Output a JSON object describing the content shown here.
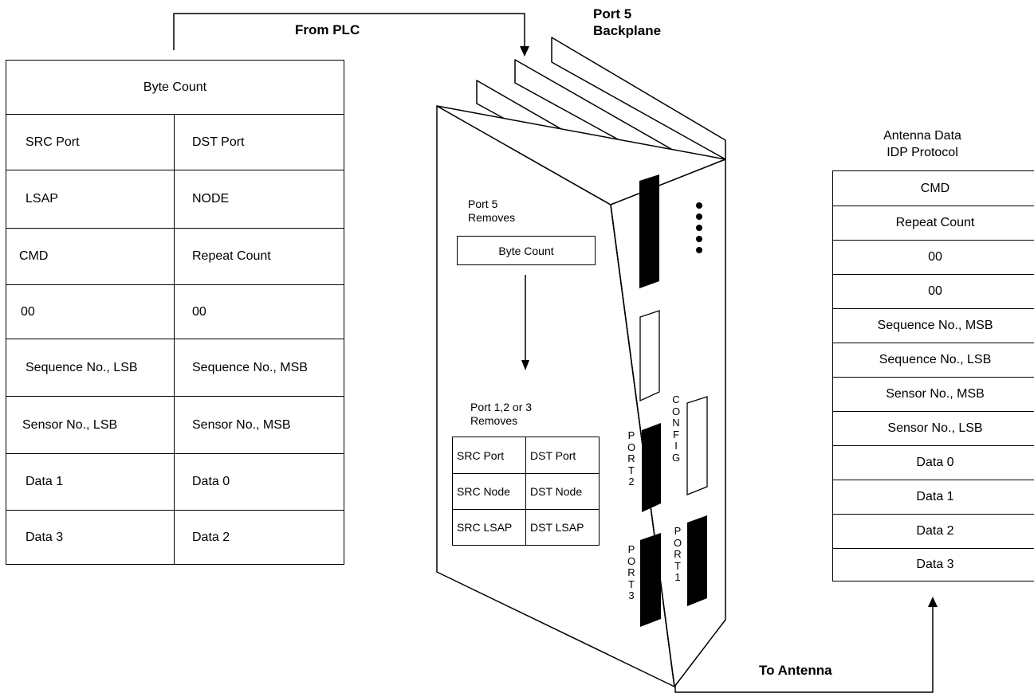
{
  "labels": {
    "from_plc": "From PLC",
    "port5_backplane_line1": "Port 5",
    "port5_backplane_line2": "Backplane",
    "to_antenna": "To Antenna",
    "antenna_title_line1": "Antenna Data",
    "antenna_title_line2": "IDP Protocol",
    "port5_removes_line1": "Port 5",
    "port5_removes_line2": "Removes",
    "port123_removes_line1": "Port 1,2 or 3",
    "port123_removes_line2": "Removes",
    "byte_count_box": "Byte Count",
    "config_letters": [
      "C",
      "O",
      "N",
      "F",
      "I",
      "G"
    ],
    "port2_letters": [
      "P",
      "O",
      "R",
      "T",
      "2"
    ],
    "port3_letters": [
      "P",
      "O",
      "R",
      "T",
      "3"
    ],
    "port1_letters": [
      "P",
      "O",
      "R",
      "T",
      "1"
    ]
  },
  "plc_table": {
    "header": "Byte Count",
    "rows": [
      [
        "SRC Port",
        "DST Port"
      ],
      [
        "LSAP",
        "NODE"
      ],
      [
        "CMD",
        "Repeat Count"
      ],
      [
        "00",
        "00"
      ],
      [
        "Sequence No., LSB",
        "Sequence No., MSB"
      ],
      [
        "Sensor No., LSB",
        "Sensor No., MSB"
      ],
      [
        "Data 1",
        "Data 0"
      ],
      [
        "Data 3",
        "Data 2"
      ]
    ]
  },
  "device_table": {
    "rows": [
      [
        "SRC Port",
        "DST Port"
      ],
      [
        "SRC Node",
        "DST Node"
      ],
      [
        "SRC LSAP",
        "DST LSAP"
      ]
    ]
  },
  "antenna_table": {
    "rows": [
      "CMD",
      "Repeat Count",
      "00",
      "00",
      "Sequence No., MSB",
      "Sequence No., LSB",
      "Sensor No., MSB",
      "Sensor No., LSB",
      "Data 0",
      "Data 1",
      "Data 2",
      "Data 3"
    ]
  }
}
